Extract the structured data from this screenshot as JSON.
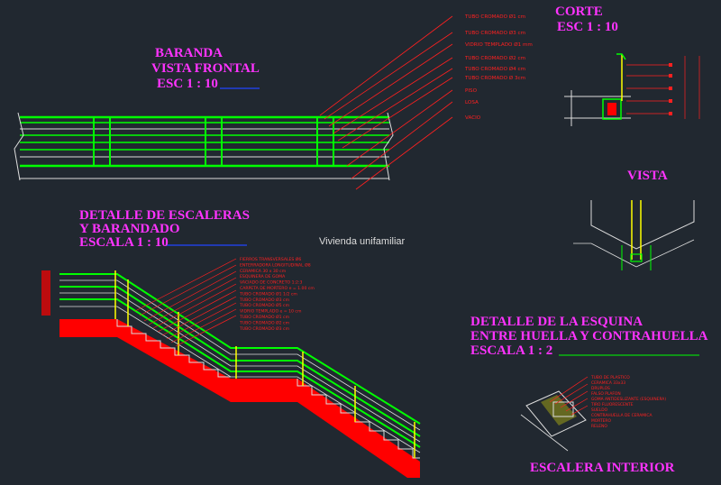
{
  "titles": {
    "baranda_line1": "BARANDA",
    "baranda_line2": "VISTA FRONTAL",
    "baranda_scale": "ESC 1 : 10",
    "corte_line1": "CORTE",
    "corte_scale": "ESC 1 : 10",
    "vista": "VISTA",
    "escaleras_line1": "DETALLE DE ESCALERAS",
    "escaleras_line2": "Y BARANDADO",
    "escaleras_scale": "ESCALA 1 : 10",
    "esquina_line1": "DETALLE DE LA ESQUINA",
    "esquina_line2": "ENTRE HUELLA Y CONTRAHUELLA",
    "esquina_scale": "ESCALA 1 : 2",
    "interior": "ESCALERA INTERIOR"
  },
  "note": "Vivienda unifamiliar",
  "labels_baranda": [
    "TUBO CROMADO Ø1 cm",
    "TUBO CROMADO Ø3 cm",
    "VIDRIO TEMPLADO Ø1 mm",
    "TUBO CROMADO Ø2 cm",
    "TUBO CROMADO Ø4 cm",
    "TUBO CROMADO Ø 3cm",
    "PISO",
    "LOSA",
    "VACIO"
  ],
  "labels_escalera": [
    "FIERROS TRANSVERSALES Ø6",
    "ENTERRADORA LONGITUDINAL Ø8",
    "CERAMICA 30 x 30 cm",
    "ESQUINERA DE GOMA",
    "VACIADO DE CONCRETO 1:2:3",
    "CARPETA DE MORTERO e = 1.00 cm",
    "TUBO CROMADO Ø1 1/2 cm",
    "TUBO CROMADO Ø3 cm",
    "TUBO CROMADO Ø5 cm",
    "VIDRIO TEMPLADO e = 10 cm",
    "TUBO CROMADO Ø1 cm",
    "TUBO CROMADO Ø2 cm",
    "TUBO CROMADO Ø3 cm"
  ],
  "labels_esquina": [
    "TUBO DE PLASTICO",
    "CERAMICA 33x33",
    "DRUPLOS",
    "FALSO PLAFON",
    "GOMA ANTIDESLIZANTE (ESQUINERA)",
    "TIRO FLUORESCENTE",
    "SUELDO",
    "CONTRAHUELLA DE CERAMICA",
    "MORTERO",
    "RELENO"
  ],
  "colors": {
    "background": "#212830",
    "title": "#ff33ff",
    "leader": "#ff2020",
    "rail": "#00ff00",
    "post": "#ffff00",
    "concrete": "#ff0000",
    "line": "#dddddd",
    "scale_bar": "#2244ff"
  }
}
